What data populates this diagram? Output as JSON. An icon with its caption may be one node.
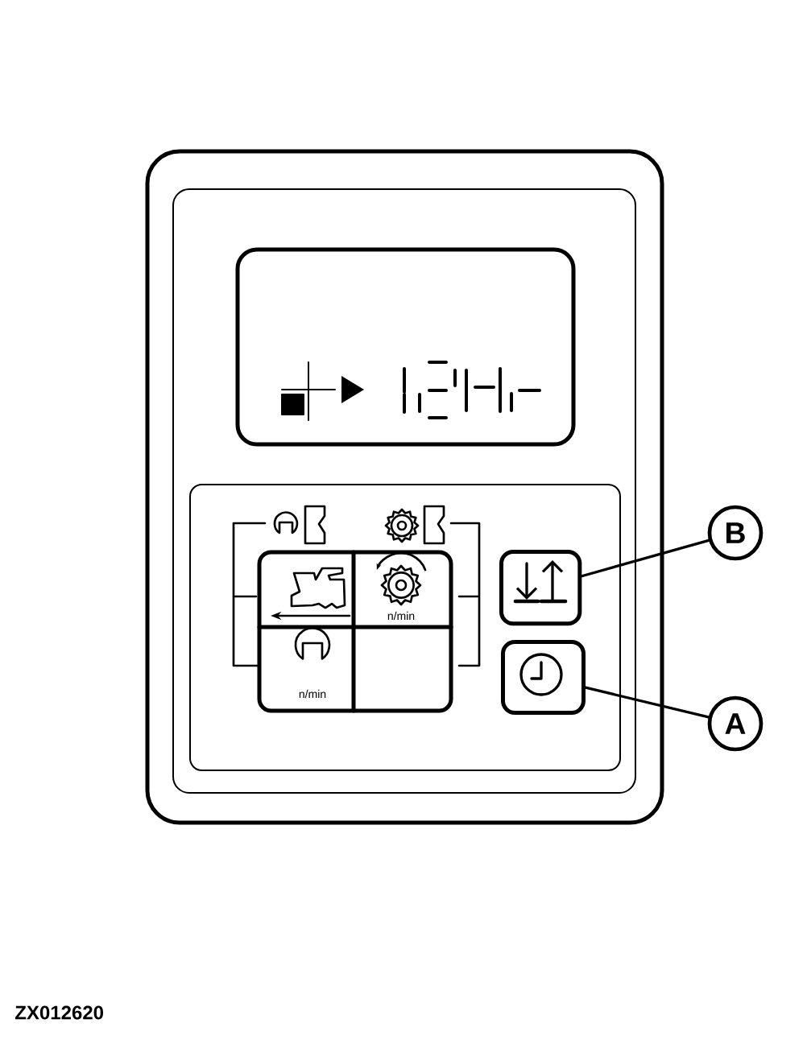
{
  "diagram": {
    "nodes": [
      {
        "text": [
          "B"
        ]
      },
      {
        "text": [
          "n/min"
        ]
      },
      {
        "text": [],
        "shape": "box"
      },
      {
        "text": [
          "n/min"
        ]
      },
      {
        "text": [],
        "shape": "box"
      },
      {
        "text": [
          "A"
        ]
      }
    ],
    "edges": [
      {
        "from": 0,
        "to": 2,
        "arrow": "none"
      },
      {
        "from": 5,
        "to": 4,
        "arrow": "none"
      }
    ],
    "labels": [
      "ZX012620"
    ]
  }
}
